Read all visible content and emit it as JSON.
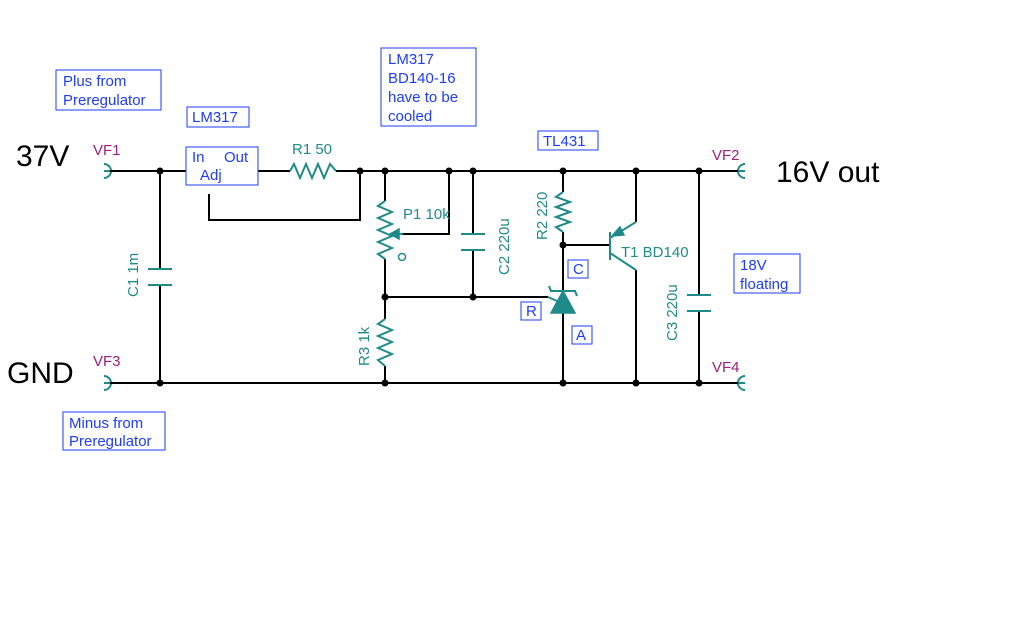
{
  "voltages": {
    "input": "37V",
    "output": "16V out",
    "ground": "GND"
  },
  "terminals": {
    "vf1": "VF1",
    "vf2": "VF2",
    "vf3": "VF3",
    "vf4": "VF4"
  },
  "components": {
    "r1": "R1 50",
    "p1": "P1 10k",
    "c1": "C1 1m",
    "c2": "C2 220u",
    "r2": "R2 220",
    "r3": "R3 1k",
    "c3": "C3 220u",
    "t1": "T1 BD140",
    "lm317_box_label": "LM317",
    "lm317_in": "In",
    "lm317_out": "Out",
    "lm317_adj": "Adj",
    "tl431_label": "TL431"
  },
  "pins": {
    "c": "C",
    "r": "R",
    "a": "A"
  },
  "notes": {
    "plus_from_prereg": [
      "Plus from",
      "Preregulator"
    ],
    "minus_from_prereg": [
      "Minus from",
      "Preregulator"
    ],
    "cooling": [
      "LM317",
      "BD140-16",
      "have to be",
      "cooled"
    ],
    "floating": [
      "18V",
      "floating"
    ]
  },
  "colors": {
    "wire": "#000000",
    "component": "#1f8a8a",
    "terminal": "#9a2080",
    "note": "#1e3cff"
  }
}
